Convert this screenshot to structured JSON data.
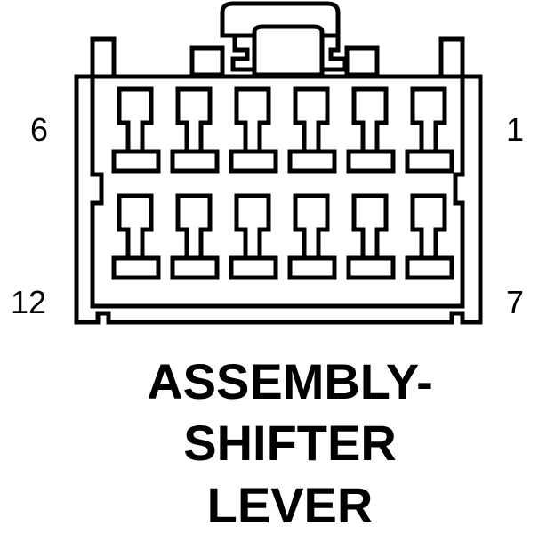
{
  "connector": {
    "rows": 2,
    "cavities_per_row": 6,
    "pin_labels": {
      "top_left": "6",
      "top_right": "1",
      "bottom_left": "12",
      "bottom_right": "7"
    }
  },
  "caption": {
    "line1": "ASSEMBLY-",
    "line2": "SHIFTER",
    "line3": "LEVER"
  },
  "colors": {
    "stroke": "#000000",
    "background": "#ffffff"
  }
}
